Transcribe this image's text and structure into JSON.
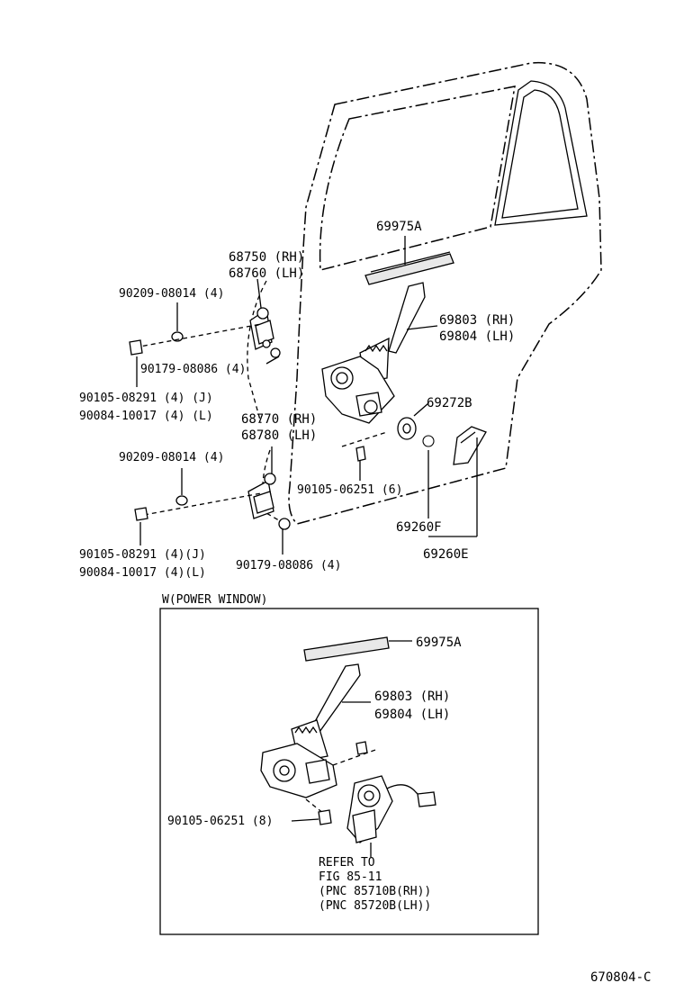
{
  "labels": {
    "p69975A_top": "69975A",
    "p68750": "68750 (RH)",
    "p68760": "68760 (LH)",
    "p90209_a": "90209-08014 (4)",
    "p90179_a": "90179-08086 (4)",
    "p90105_a": "90105-08291 (4)  (J)",
    "p90084_a": "90084-10017 (4)  (L)",
    "p69803_top": "69803 (RH)",
    "p69804_top": "69804 (LH)",
    "p69272B": "69272B",
    "p68770": "68770 (RH)",
    "p68780": "68780 (LH)",
    "p90209_b": "90209-08014 (4)",
    "p90105_06251_top": "90105-06251 (6)",
    "p69260F": "69260F",
    "p69260E": "69260E",
    "p90105_b": "90105-08291 (4)(J)",
    "p90084_b": "90084-10017 (4)(L)",
    "p90179_b": "90179-08086 (4)",
    "box_title": "W(POWER WINDOW)",
    "p69975A_box": "69975A",
    "p69803_box": "69803 (RH)",
    "p69804_box": "69804 (LH)",
    "p90105_06251_box": "90105-06251 (8)",
    "refer_1": "REFER TO",
    "refer_2": "FIG 85-11",
    "refer_3": "(PNC 85710B(RH))",
    "refer_4": "(PNC 85720B(LH))",
    "figure_code": "670804-C"
  }
}
